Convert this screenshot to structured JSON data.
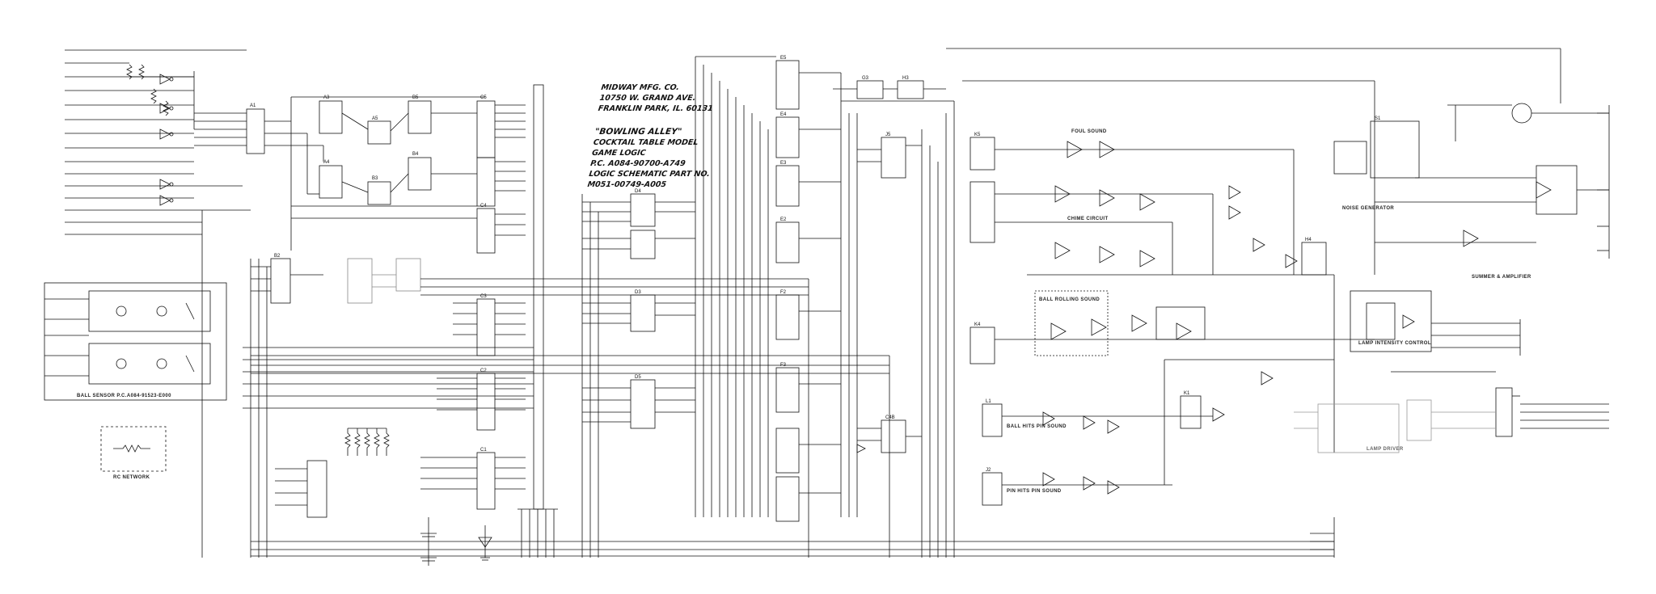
{
  "title_block": {
    "line1": "MIDWAY MFG. CO.",
    "line2": "10750 W. GRAND AVE.",
    "line3": "FRANKLIN PARK, IL. 60131",
    "line4": "\"BOWLING ALLEY\"",
    "line5": "COCKTAIL TABLE MODEL",
    "line6": "GAME LOGIC",
    "line7": "P.C. A084-90700-A749",
    "line8": "LOGIC SCHEMATIC PART NO.",
    "line9": "M051-00749-A005"
  },
  "section_labels": {
    "ball_sensor": "BALL SENSOR P.C.A084-91523-E000",
    "foul_sound": "FOUL SOUND",
    "chime_circuit": "CHIME CIRCUIT",
    "noise_generator": "NOISE GENERATOR",
    "summer_amplifier": "SUMMER & AMPLIFIER",
    "lamp_intensity": "LAMP INTENSITY CONTROL",
    "ball_rolling": "BALL ROLLING SOUND",
    "ball_hits_pin": "BALL HITS PIN SOUND",
    "pin_hits_pin": "PIN HITS PIN SOUND",
    "lamp_driver": "LAMP DRIVER",
    "rc_network": "RC NETWORK"
  },
  "chip_labels": {
    "a1": "A1",
    "a3": "A3",
    "a4": "A4",
    "a5": "A5",
    "b3": "B3",
    "b4": "B4",
    "b5": "B5",
    "b2": "B2",
    "c5": "C5",
    "c4": "C4",
    "c3": "C3",
    "c2": "C2",
    "c1": "C1",
    "d4": "D4",
    "d3": "D3",
    "d5": "D5",
    "e3": "E3",
    "e2": "E2",
    "e4": "E4",
    "e5": "E5",
    "f2": "F2",
    "f3": "F3",
    "g3": "G3",
    "h3": "H3",
    "j5": "J5",
    "k5": "K5",
    "l1": "L1",
    "j2": "J2",
    "k4": "K4",
    "s1": "S1",
    "k1": "K1",
    "h4": "H4",
    "c4b": "C4B"
  },
  "colors": {
    "ink": "#111111",
    "faint_ink": "#777777",
    "paper": "#ffffff"
  }
}
